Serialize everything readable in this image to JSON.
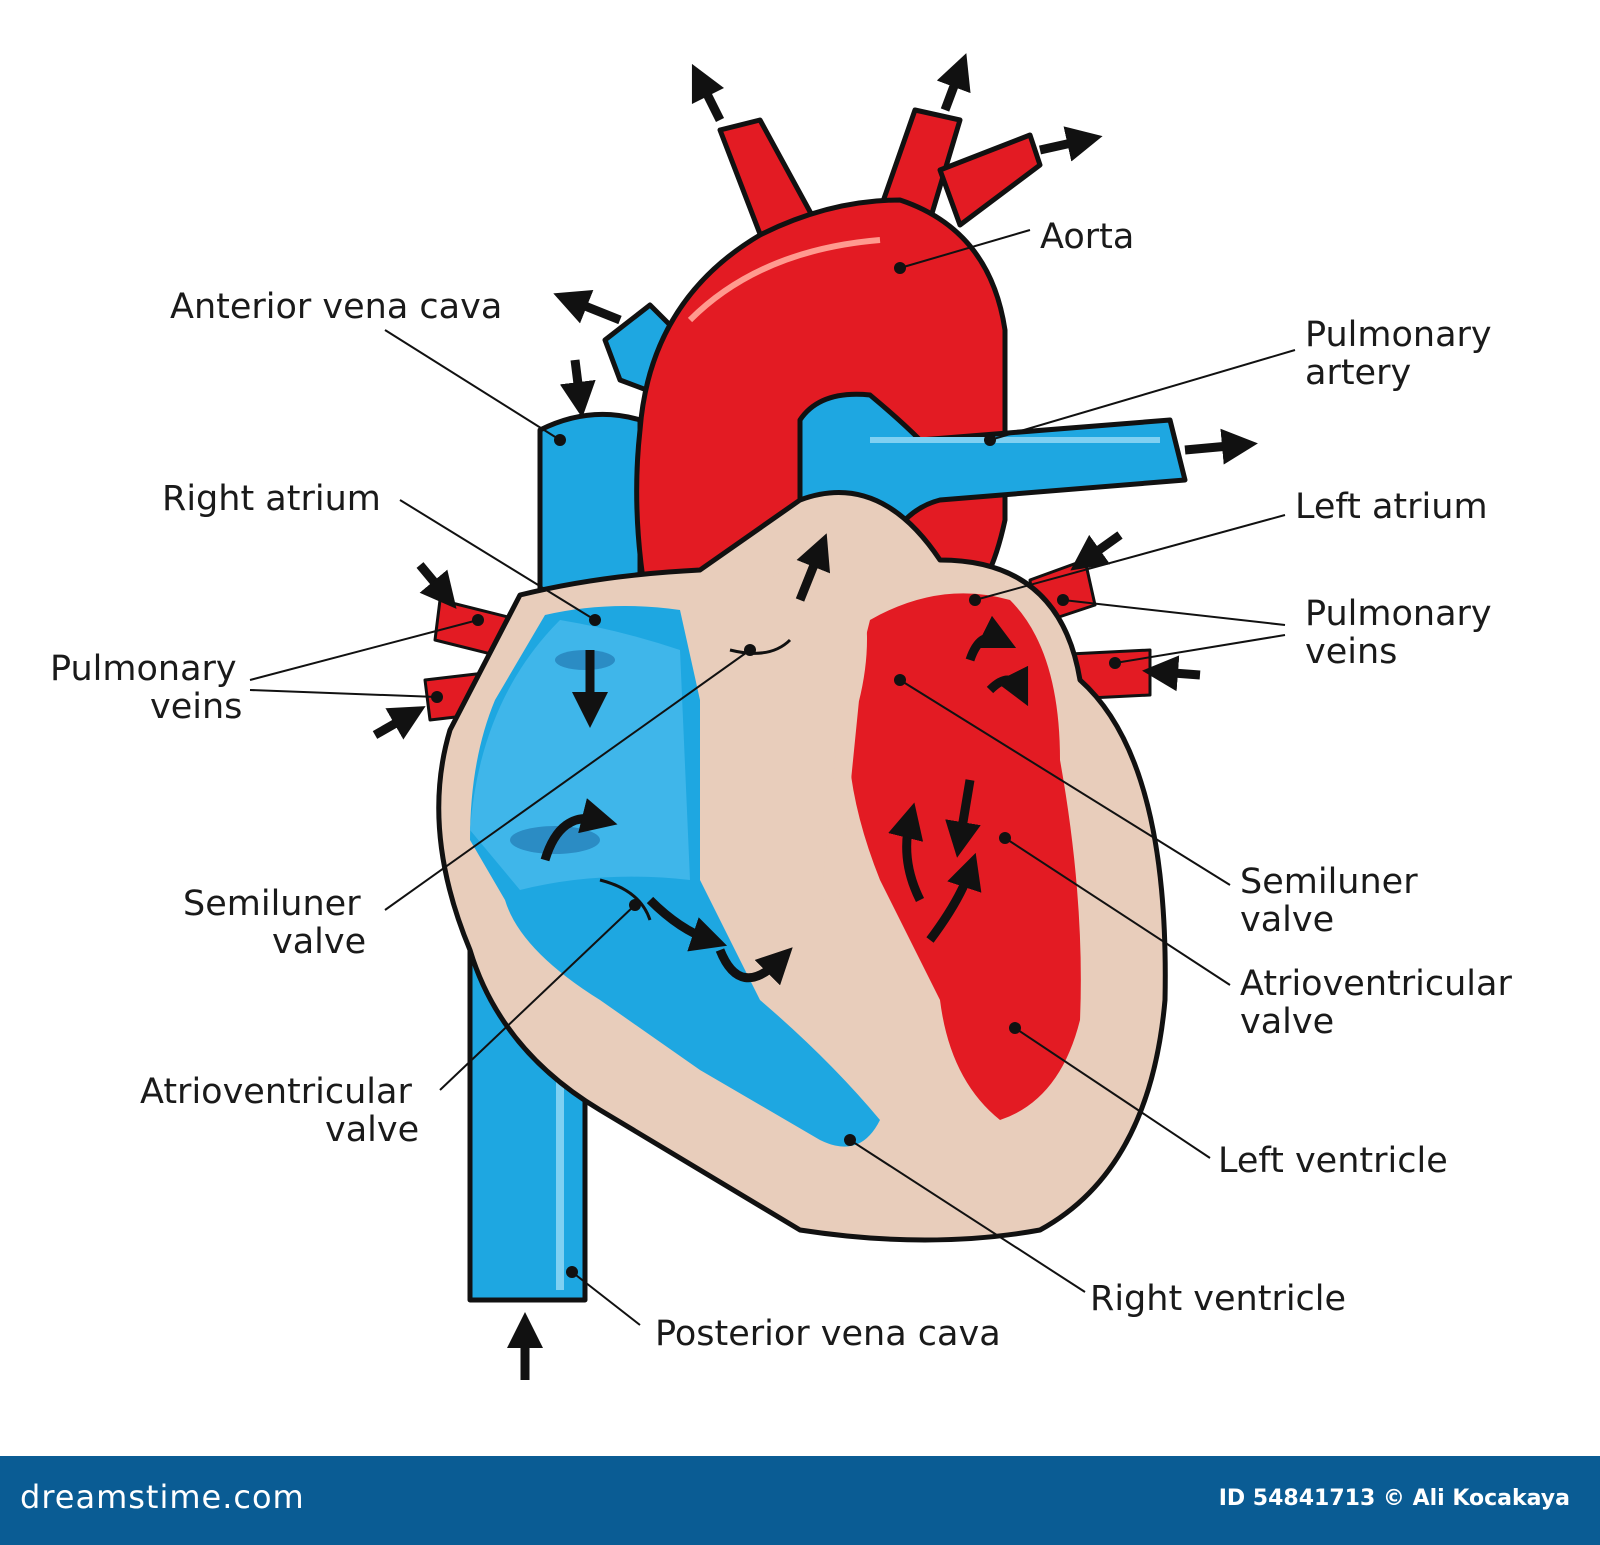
{
  "diagram": {
    "labels": {
      "aorta": "Aorta",
      "anterior_vena_cava": "Anterior vena cava",
      "pulmonary_artery_line1": "Pulmonary",
      "pulmonary_artery_line2": "artery",
      "right_atrium": "Right atrium",
      "left_atrium": "Left atrium",
      "pulmonary_veins_left_line1": "Pulmonary",
      "pulmonary_veins_left_line2": "veins",
      "pulmonary_veins_right_line1": "Pulmonary",
      "pulmonary_veins_right_line2": "veins",
      "semilunar_left_line1": "Semiluner",
      "semilunar_left_line2": "valve",
      "semilunar_right_line1": "Semiluner",
      "semilunar_right_line2": "valve",
      "av_valve_left_line1": "Atrioventricular",
      "av_valve_left_line2": "valve",
      "av_valve_right_line1": "Atrioventricular",
      "av_valve_right_line2": "valve",
      "left_ventricle": "Left ventricle",
      "right_ventricle": "Right ventricle",
      "posterior_vena_cava": "Posterior vena cava"
    },
    "colors": {
      "oxygenated": "#e31b23",
      "deoxygenated": "#1ea7e1",
      "wall": "#e8cdbb",
      "outline": "#111111"
    }
  },
  "footer": {
    "brand": "dreamstime.com",
    "credit": "ID 54841713 © Ali Kocakaya",
    "background": "#0a5c94"
  }
}
